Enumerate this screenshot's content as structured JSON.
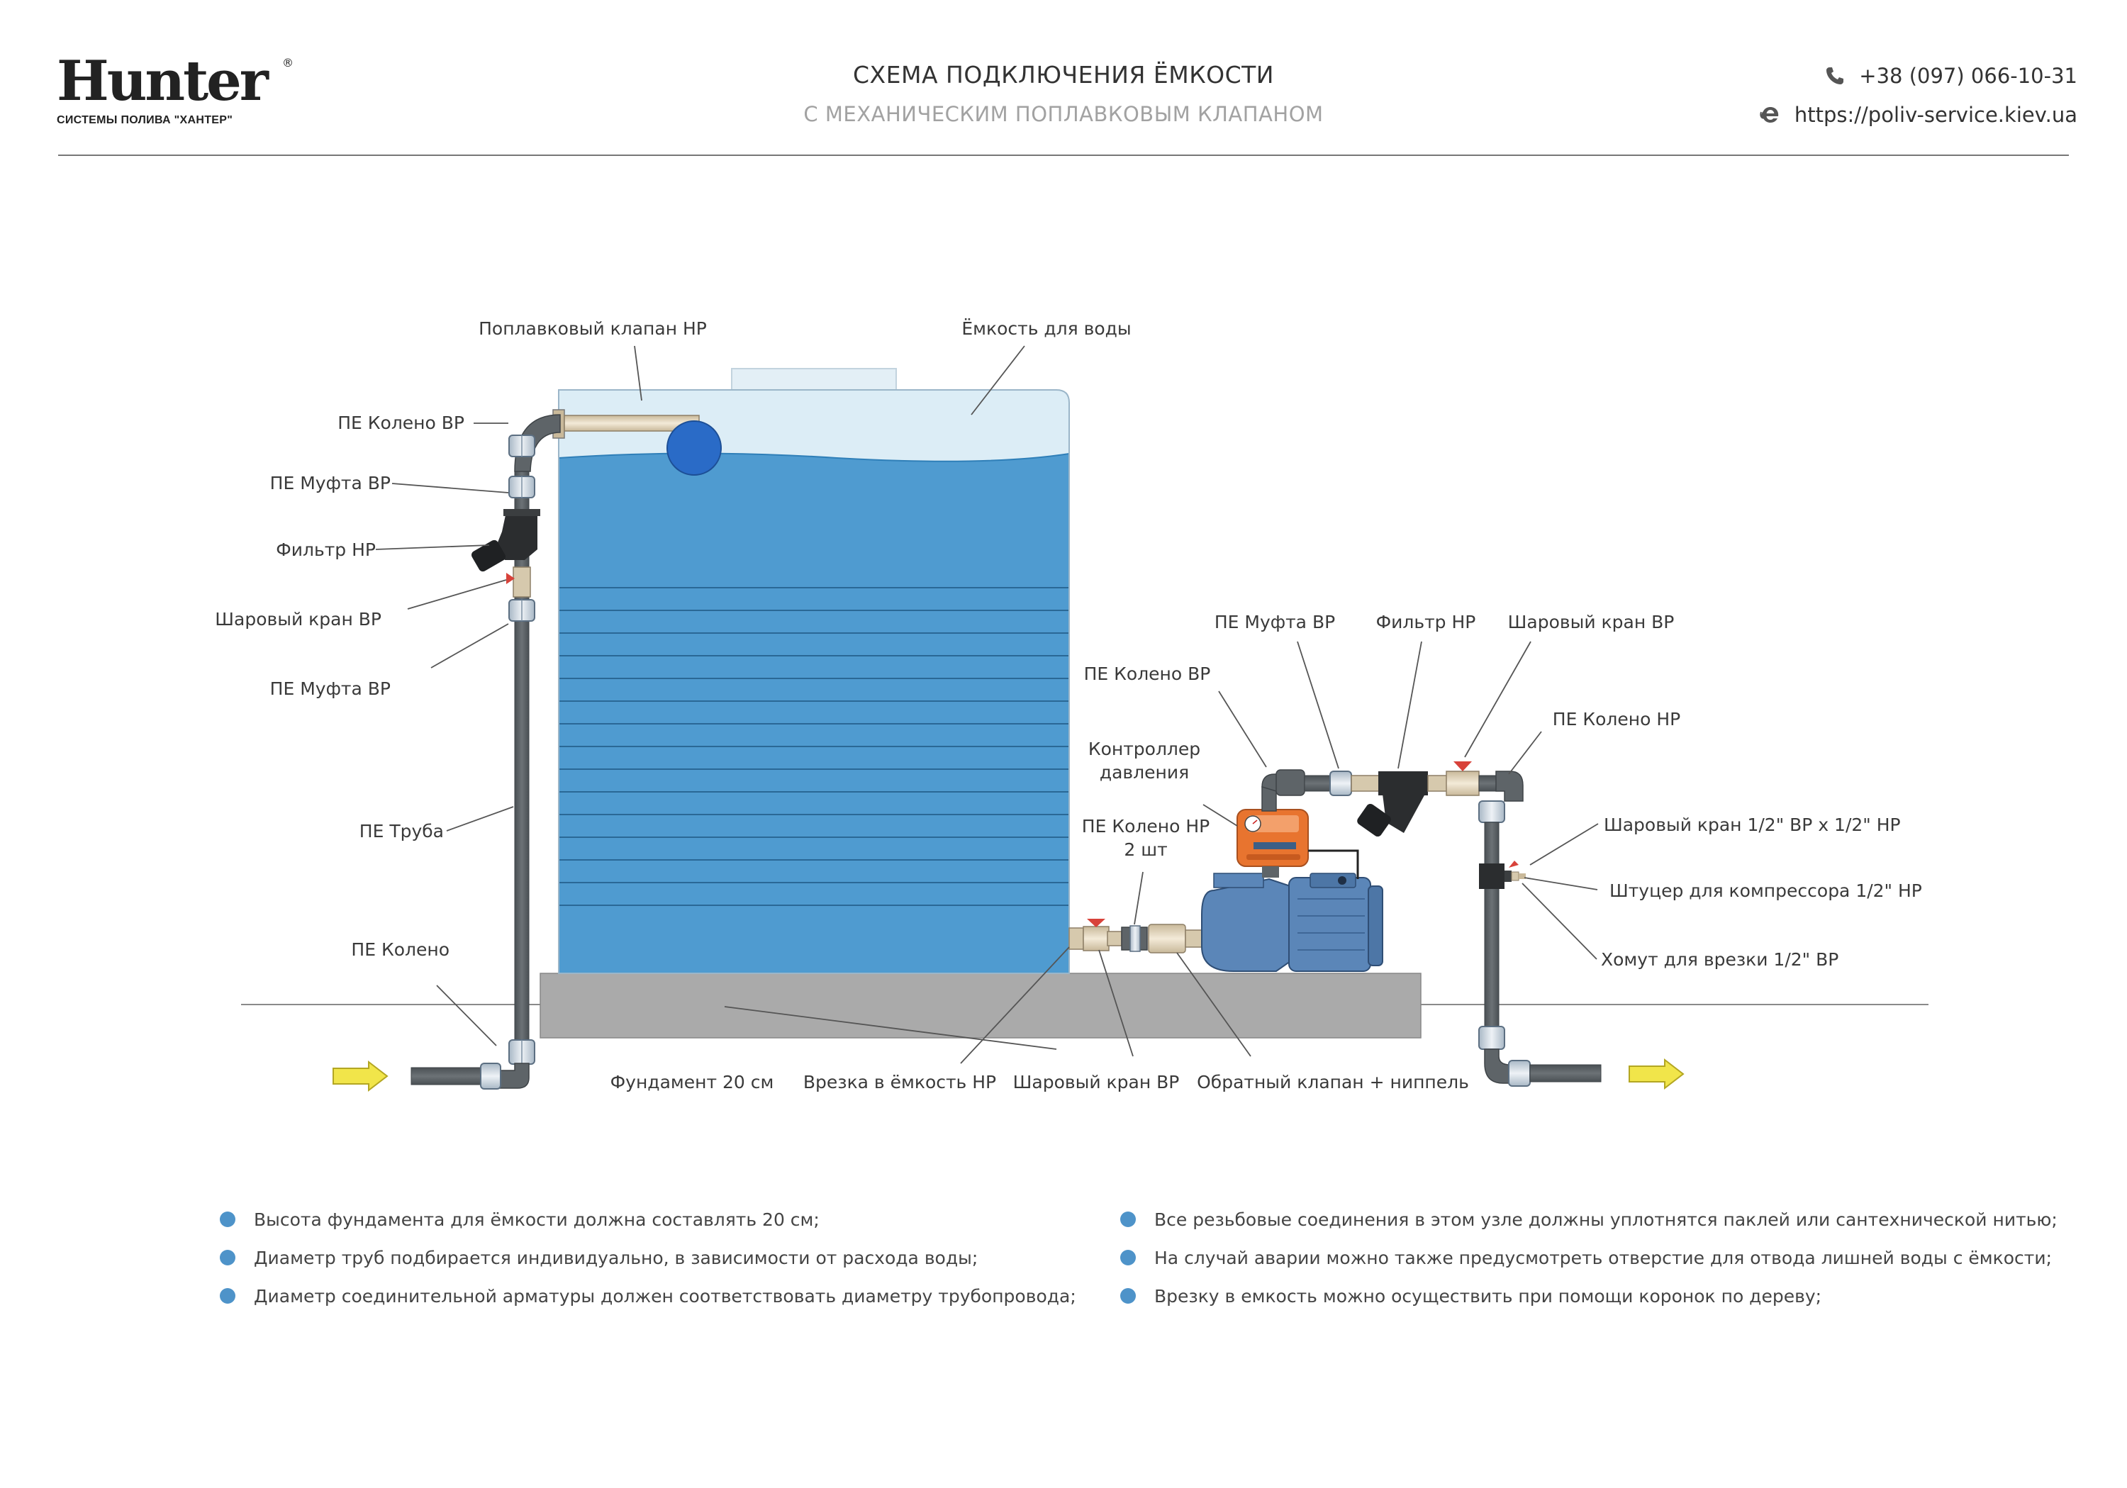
{
  "header": {
    "logo_text": "Hunter",
    "logo_reg": "®",
    "logo_subtitle": "СИСТЕМЫ ПОЛИВА \"ХАНТЕР\"",
    "title": "СХЕМА ПОДКЛЮЧЕНИЯ ЁМКОСТИ",
    "subtitle": "С МЕХАНИЧЕСКИМ ПОПЛАВКОВЫМ КЛАПАНОМ",
    "phone": "+38 (097) 066-10-31",
    "website": "https://poliv-service.kiev.ua",
    "icons": {
      "phone": "phone-icon",
      "web": "browser-icon"
    }
  },
  "labels": {
    "float_valve": "Поплавковый клапан НР",
    "tank": "Ёмкость для воды",
    "pe_elbow_vr_left": "ПЕ Колено ВР",
    "pe_coupling_vr_left_1": "ПЕ Муфта ВР",
    "filter_left": "Фильтр НР",
    "ball_valve_left": "Шаровый кран ВР",
    "pe_coupling_vr_left_2": "ПЕ Муфта ВР",
    "pe_pipe": "ПЕ Труба",
    "pe_elbow_bottom": "ПЕ Колено",
    "foundation": "Фундамент 20 см",
    "tank_tap": "Врезка в ёмкость НР",
    "ball_valve_bottom": "Шаровый кран ВР",
    "check_valve": "Обратный клапан + ниппель",
    "pe_elbow_np_2_line1": "ПЕ Колено НР",
    "pe_elbow_np_2_line2": "2 шт",
    "pressure_controller_line1": "Контроллер",
    "pressure_controller_line2": "давления",
    "pe_elbow_vr_right": "ПЕ Колено ВР",
    "pe_coupling_vr_right": "ПЕ Муфта ВР",
    "filter_right": "Фильтр НР",
    "ball_valve_right": "Шаровый кран ВР",
    "pe_elbow_np_right": "ПЕ Колено НР",
    "ball_valve_half": "Шаровый кран 1/2\" ВР х 1/2\" НР",
    "compressor_fitting": "Штуцер для компрессора 1/2\" НР",
    "saddle_clamp": "Хомут для врезки 1/2\" ВР"
  },
  "colors": {
    "water": "#4f9bd0",
    "water_top": "#dcedf6",
    "pipe": "#5e6468",
    "pump": "#5b86b8",
    "controller": "#e8742f",
    "foundation": "#aaaaaa",
    "arrow": "#f1e54a",
    "note_dot": "#4e93c9"
  },
  "notes_left": [
    "Высота фундамента для ёмкости должна составлять 20 см;",
    "Диаметр труб подбирается индивидуально, в зависимости от расхода воды;",
    "Диаметр соединительной арматуры должен соответствовать диаметру трубопровода;"
  ],
  "notes_right": [
    "Все резьбовые соединения в этом узле должны уплотнятся паклей или сантехнической нитью;",
    "На случай аварии можно также предусмотреть отверстие для отвода лишней воды с ёмкости;",
    "Врезку в емкость можно осуществить при помощи коронок по дереву;"
  ]
}
